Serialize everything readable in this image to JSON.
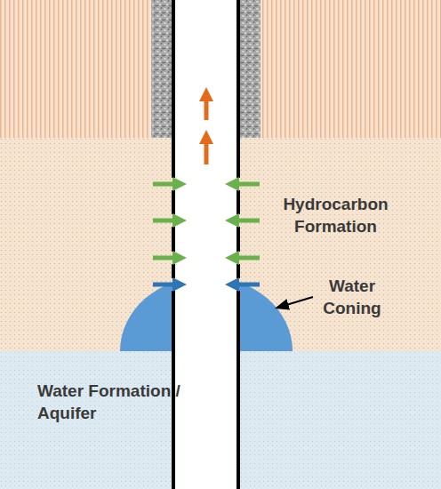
{
  "diagram": {
    "labels": [
      "Hydrocarbon Formation",
      "Water Coning",
      "Water Formation / Aquifer"
    ]
  }
}
